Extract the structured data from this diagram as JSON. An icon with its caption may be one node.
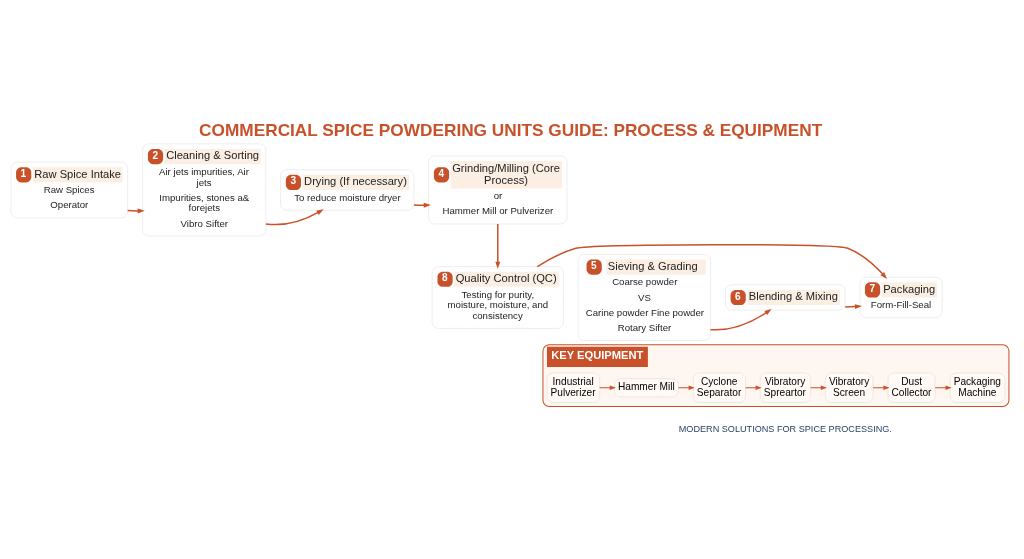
{
  "diagram": {
    "title": "COMMERCIAL SPICE POWDERING UNITS GUIDE: PROCESS & EQUIPMENT",
    "caption": "MODERN SOLUTIONS FOR SPICE PROCESSING.",
    "nodes": [
      {
        "text": [
          "1",
          "Raw Spice Intake",
          "Raw Spices",
          "Operator"
        ]
      },
      {
        "text": [
          "2",
          "Cleaning & Sorting",
          "Air jets impurities, Air jets",
          "Impurities, stones a& forejets",
          "Vibro Sifter"
        ]
      },
      {
        "text": [
          "3",
          "Drying (If necessary)",
          "To reduce moisture dryer"
        ]
      },
      {
        "text": [
          "4",
          "Grinding/Milling (Core Process)",
          "or",
          "Hammer Mill or Pulverizer"
        ]
      },
      {
        "text": [
          "5",
          "Sieving & Grading",
          "Coarse powder",
          "VS",
          "Carine powder Fine powder",
          "Rotary Sifter"
        ]
      },
      {
        "text": [
          "6",
          "Blending & Mixing"
        ]
      },
      {
        "text": [
          "7",
          "Packaging",
          "Form-Fill-Seal"
        ]
      },
      {
        "text": [
          "8",
          "Quality Control (QC)",
          "Testing for purity, moisture, moisture, and consistency"
        ]
      },
      {
        "text": [
          "KEY EQUIPMENT"
        ]
      },
      {
        "text": [
          "Industrial Pulverizer"
        ],
        "in": 8
      },
      {
        "text": [
          "Hammer Mill"
        ],
        "in": 8
      },
      {
        "text": [
          "Cyclone Separator"
        ],
        "in": 8
      },
      {
        "text": [
          "Vibratory Spreartor"
        ],
        "in": 8
      },
      {
        "text": [
          "Vibratory Screen"
        ],
        "in": 8
      },
      {
        "text": [
          "Dust Collector"
        ],
        "in": 8
      },
      {
        "text": [
          "Packaging Machine"
        ],
        "in": 8
      }
    ],
    "edges": [
      {
        "from": 0,
        "to": 1,
        "arrow": "to"
      },
      {
        "from": 1,
        "to": 2,
        "arrow": "to"
      },
      {
        "from": 2,
        "to": 3,
        "arrow": "to"
      },
      {
        "from": 3,
        "to": 7,
        "arrow": "to"
      },
      {
        "from": 4,
        "to": 5,
        "arrow": "to"
      },
      {
        "from": 5,
        "to": 6,
        "arrow": "to"
      },
      {
        "from": 7,
        "to": 6,
        "arrow": "to"
      },
      {
        "from": 9,
        "to": 10,
        "arrow": "to"
      },
      {
        "from": 10,
        "to": 11,
        "arrow": "to"
      },
      {
        "from": 11,
        "to": 12,
        "arrow": "to"
      },
      {
        "from": 12,
        "to": 13,
        "arrow": "to"
      },
      {
        "from": 13,
        "to": 14,
        "arrow": "to"
      },
      {
        "from": 14,
        "to": 15,
        "arrow": "to"
      }
    ]
  }
}
